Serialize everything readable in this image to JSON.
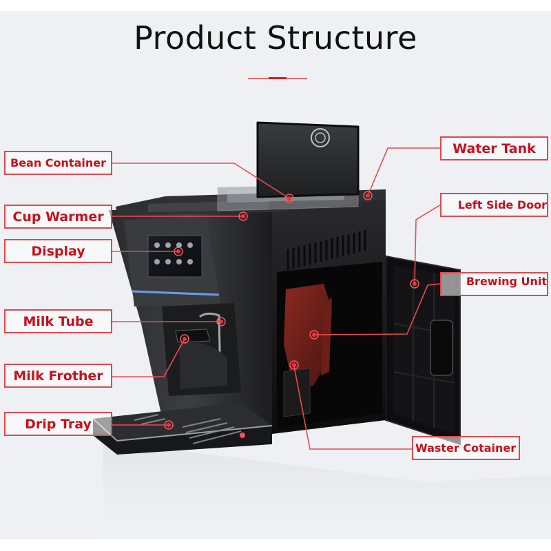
{
  "title": "Product Structure",
  "accent_color": "#e2474d",
  "callouts": [
    {
      "id": "bean-container",
      "label": "Bean Container",
      "side": "left"
    },
    {
      "id": "cup-warmer",
      "label": "Cup Warmer",
      "side": "left"
    },
    {
      "id": "display",
      "label": "Display",
      "side": "left"
    },
    {
      "id": "milk-tube",
      "label": "Milk Tube",
      "side": "left"
    },
    {
      "id": "milk-frother",
      "label": "Milk Frother",
      "side": "left"
    },
    {
      "id": "drip-tray",
      "label": "Drip Tray",
      "side": "left"
    },
    {
      "id": "water-tank",
      "label": "Water Tank",
      "side": "right"
    },
    {
      "id": "left-side-door",
      "label": "Left Side Door",
      "side": "right"
    },
    {
      "id": "brewing-unit",
      "label": "Brewing Unit",
      "side": "right"
    },
    {
      "id": "waster-cotainer",
      "label": "Waster Cotainer",
      "side": "right"
    }
  ]
}
